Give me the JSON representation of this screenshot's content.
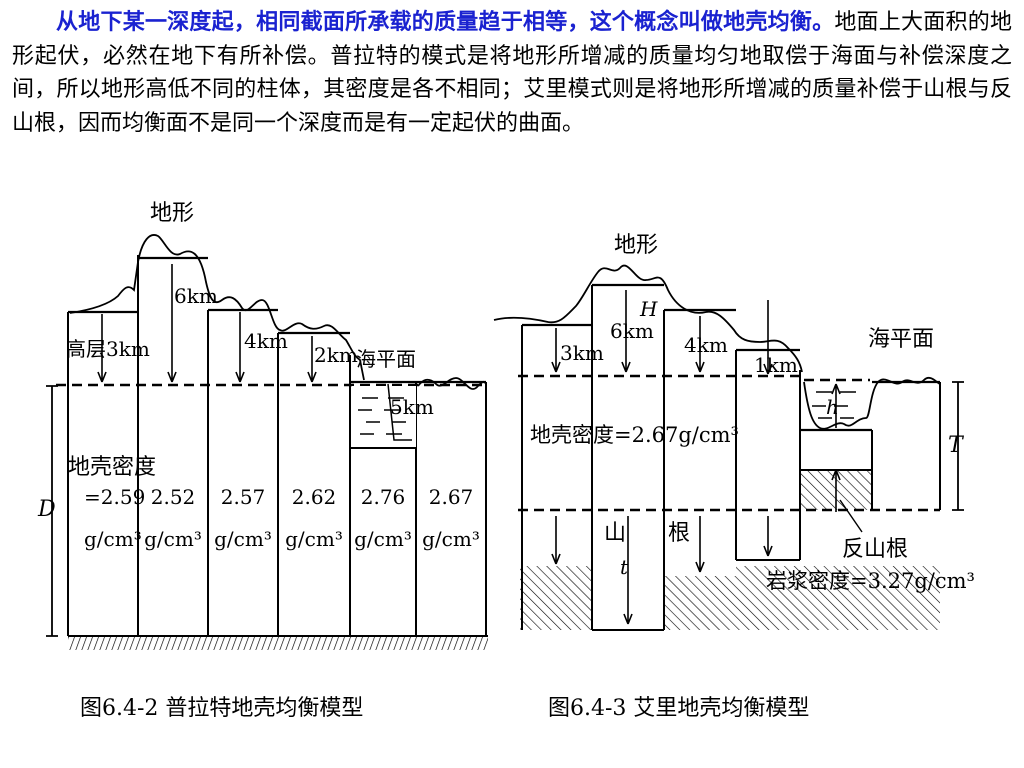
{
  "intro": {
    "highlight": "从地下某一深度起，相同截面所承载的质量趋于相等，这个概念叫做地壳均衡。",
    "body": "地面上大面积的地形起伏，必然在地下有所补偿。普拉特的模式是将地形所增减的质量均匀地取偿于海面与补偿深度之间，所以地形高低不同的柱体，其密度是各不相同；艾里模式则是将地形所增减的质量补偿于山根与反山根，因而均衡面不是同一个深度而是有一定起伏的曲面。"
  },
  "pratt": {
    "label_topography": "地形",
    "label_high_3km": "高层3km",
    "label_6km": "6km",
    "label_4km": "4km",
    "label_2km": "2km",
    "label_sea_level": "海平面",
    "label_5km": "5km",
    "label_D": "D",
    "density_label_line1": "地壳密度",
    "density_label_line2": "=2.59",
    "density_unit": "g/cm³",
    "densities": [
      "2.52",
      "2.57",
      "2.62",
      "2.76",
      "2.67"
    ],
    "caption": "图6.4-2  普拉特地壳均衡模型"
  },
  "airy": {
    "label_topography": "地形",
    "label_H": "H",
    "label_6km": "6km",
    "label_3km": "3km",
    "label_4km": "4km",
    "label_1km": "1km",
    "label_sea_level": "海平面",
    "label_h": "h",
    "label_T": "T",
    "density_label": "地壳密度=2.67g/cm³",
    "label_mountain": "山",
    "label_root": "根",
    "label_t": "t",
    "label_antiroot": "反山根",
    "mantle_density_label": "岩浆密度=3.27g/cm³",
    "caption": "图6.4-3  艾里地壳均衡模型"
  }
}
